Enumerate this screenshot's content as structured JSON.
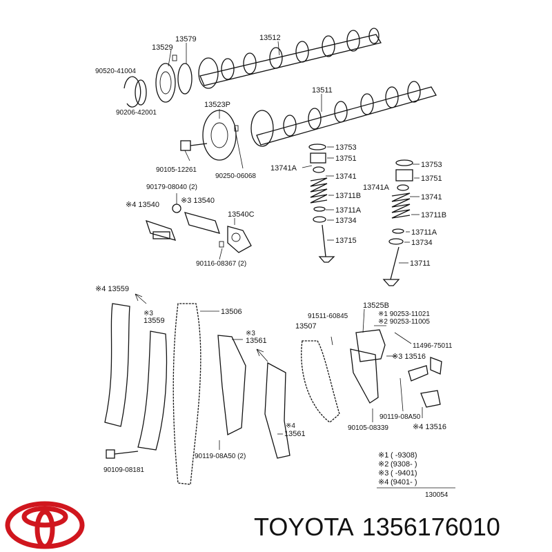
{
  "brand": {
    "name": "TOYOTA",
    "part_number": "1356176010",
    "logo_color": "#d0161e"
  },
  "diagram": {
    "figure_code": "130054",
    "labels": {
      "l13512": "13512",
      "l13579": "13579",
      "l13529": "13529",
      "l90520": "90520-41004",
      "l90206": "90206-42001",
      "l13511": "13511",
      "l13523p": "13523P",
      "l90105a": "90105-12261",
      "l90250": "90250-06068",
      "l13753a": "13753",
      "l13751a": "13751",
      "l13741Aa": "13741A",
      "l13741a": "13741",
      "l13711Ba": "13711B",
      "l13711Aa": "13711A",
      "l13734a": "13734",
      "l13715": "13715",
      "l13753b": "13753",
      "l13751b": "13751",
      "l13741Ab": "13741A",
      "l13741b": "13741",
      "l13711Bb": "13711B",
      "l13711Ab": "13711A",
      "l13734b": "13734",
      "l13711": "13711",
      "l90179": "90179-08040 (2)",
      "l13540a": "※4 13540",
      "l13540b": "※3 13540",
      "l13540c": "13540C",
      "l90116": "90116-08367 (2)",
      "l13559a": "※4 13559",
      "l13559x": "※3",
      "l13559b": "13559",
      "l13506": "13506",
      "l13561ax": "※3",
      "l13561a": "13561",
      "l13507": "13507",
      "l91511": "91511-60845",
      "l13525b": "13525B",
      "l90253a": "※1 90253-11021",
      "l90253b": "※2 90253-11005",
      "l11496": "11496-75011",
      "l13516a": "※3 13516",
      "l90119a": "90119-08A50",
      "l90105b": "90105-08339",
      "l13516b": "※4 13516",
      "l13561bx": "※4",
      "l13561b": "13561",
      "l90119b": "90119-08A50 (2)",
      "l90109": "90109-08181"
    },
    "legend": [
      {
        "mark": "※1",
        "range": "(        -9308)"
      },
      {
        "mark": "※2",
        "range": "(9308-          )"
      },
      {
        "mark": "※3",
        "range": "(        -9401)"
      },
      {
        "mark": "※4",
        "range": "(9401-          )"
      }
    ]
  }
}
